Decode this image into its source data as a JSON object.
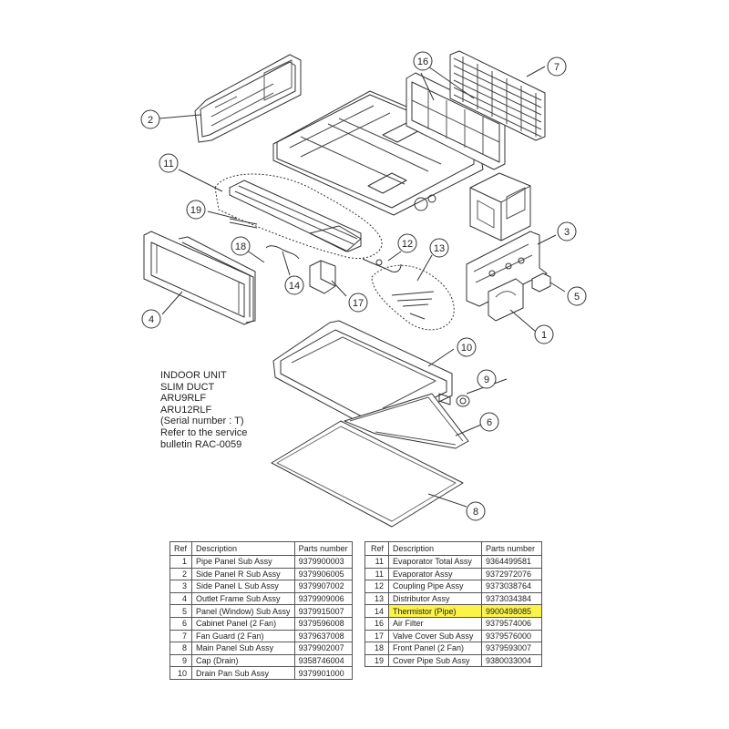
{
  "callouts": [
    {
      "ref": "1"
    },
    {
      "ref": "2"
    },
    {
      "ref": "3"
    },
    {
      "ref": "4"
    },
    {
      "ref": "5"
    },
    {
      "ref": "6"
    },
    {
      "ref": "7"
    },
    {
      "ref": "8"
    },
    {
      "ref": "9"
    },
    {
      "ref": "10"
    },
    {
      "ref": "11"
    },
    {
      "ref": "12"
    },
    {
      "ref": "13"
    },
    {
      "ref": "14"
    },
    {
      "ref": "16"
    },
    {
      "ref": "17"
    },
    {
      "ref": "18"
    },
    {
      "ref": "19"
    }
  ],
  "info_lines": [
    "INDOOR UNIT",
    "SLIM DUCT",
    "ARU9RLF",
    "ARU12RLF",
    "(Serial number : T)",
    "Refer to the service",
    "bulletin RAC-0059"
  ],
  "table_headers": {
    "ref": "Ref",
    "description": "Description",
    "parts_number": "Parts number"
  },
  "highlight_color": "#fbf24a",
  "parts_left": [
    {
      "ref": "1",
      "description": "Pipe Panel Sub Assy",
      "parts_number": "9379900003"
    },
    {
      "ref": "2",
      "description": "Side Panel R Sub Assy",
      "parts_number": "9379906005"
    },
    {
      "ref": "3",
      "description": "Side Panel L Sub Assy",
      "parts_number": "9379907002"
    },
    {
      "ref": "4",
      "description": "Outlet Frame Sub Assy",
      "parts_number": "9379909006"
    },
    {
      "ref": "5",
      "description": "Panel (Window) Sub Assy",
      "parts_number": "9379915007"
    },
    {
      "ref": "6",
      "description": "Cabinet Panel (2 Fan)",
      "parts_number": "9379596008"
    },
    {
      "ref": "7",
      "description": "Fan Guard (2 Fan)",
      "parts_number": "9379637008"
    },
    {
      "ref": "8",
      "description": "Main Panel Sub Assy",
      "parts_number": "9379902007"
    },
    {
      "ref": "9",
      "description": "Cap (Drain)",
      "parts_number": "9358746004"
    },
    {
      "ref": "10",
      "description": "Drain Pan Sub Assy",
      "parts_number": "9379901000"
    }
  ],
  "parts_right": [
    {
      "ref": "11",
      "description": "Evaporator Total Assy",
      "parts_number": "9364499581",
      "highlight": false
    },
    {
      "ref": "11",
      "description": "Evaporator Assy",
      "parts_number": "9372972076",
      "highlight": false
    },
    {
      "ref": "12",
      "description": "Coupling Pipe Assy",
      "parts_number": "9373038764",
      "highlight": false
    },
    {
      "ref": "13",
      "description": "Distributor Assy",
      "parts_number": "9373034384",
      "highlight": false
    },
    {
      "ref": "14",
      "description": "Thermistor (Pipe)",
      "parts_number": "9900498085",
      "highlight": true
    },
    {
      "ref": "16",
      "description": "Air Filter",
      "parts_number": "9379574006",
      "highlight": false
    },
    {
      "ref": "17",
      "description": "Valve Cover Sub Assy",
      "parts_number": "9379576000",
      "highlight": false
    },
    {
      "ref": "18",
      "description": "Front Panel (2 Fan)",
      "parts_number": "9379593007",
      "highlight": false
    },
    {
      "ref": "19",
      "description": "Cover Pipe Sub Assy",
      "parts_number": "9380033004",
      "highlight": false
    }
  ]
}
